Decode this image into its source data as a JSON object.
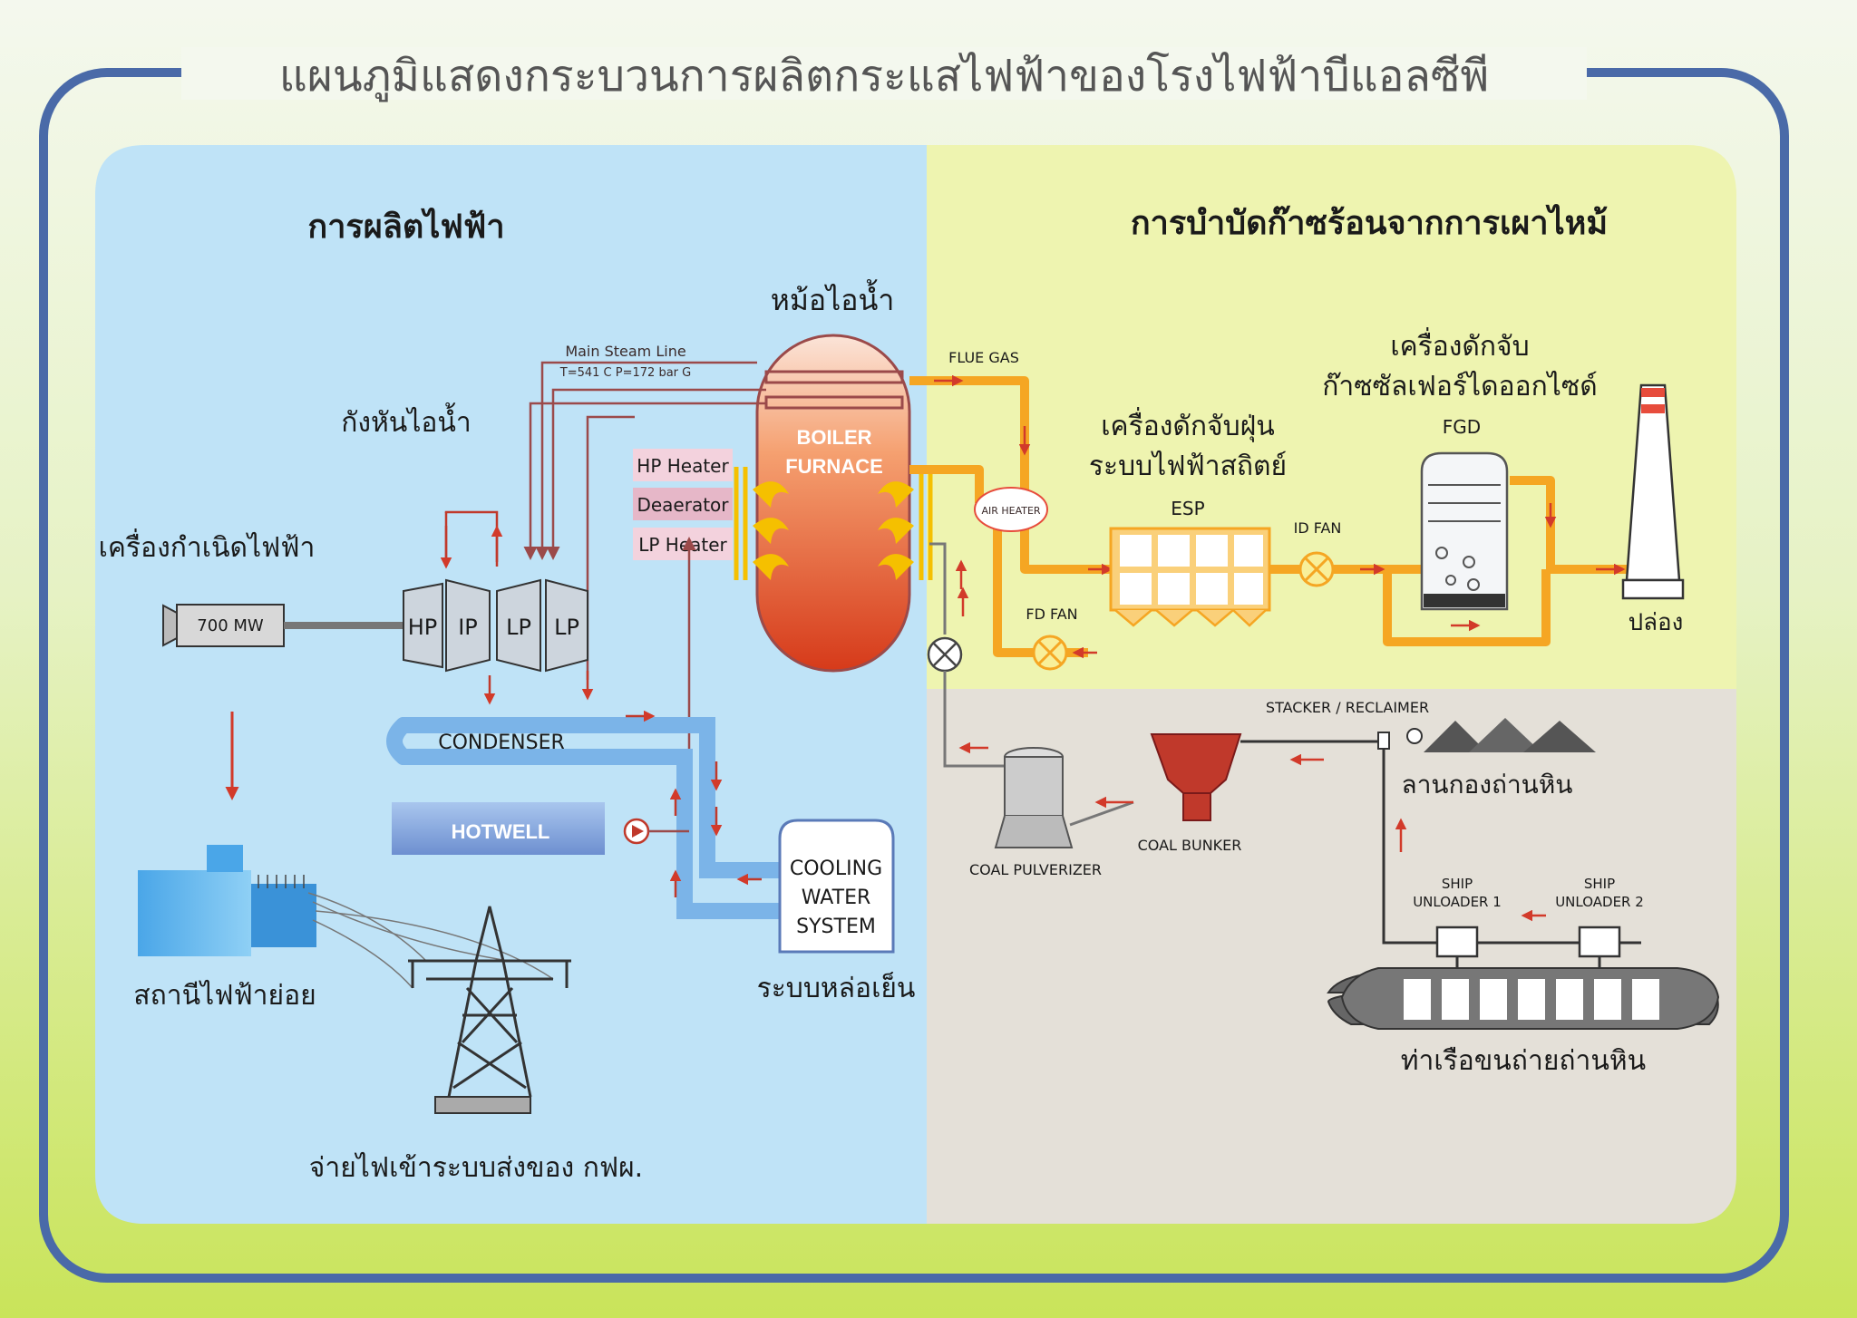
{
  "title": "แผนภูมิแสดงกระบวนการผลิตกระแสไฟฟ้าของโรงไฟฟ้าบีแอลซีพี",
  "left_section": {
    "heading": "การผลิตไฟฟ้า",
    "turbine_label": "กังหันไอน้ำ",
    "generator_label": "เครื่องกำเนิดไฟฟ้า",
    "generator_rating": "700 MW",
    "turbine_stages": [
      "HP",
      "IP",
      "LP",
      "LP"
    ],
    "condenser": "CONDENSER",
    "hotwell": "HOTWELL",
    "substation": "สถานีไฟฟ้าย่อย",
    "grid": "จ่ายไฟเข้าระบบส่งของ กฟผ.",
    "cooling_lines": [
      "COOLING",
      "WATER",
      "SYSTEM"
    ],
    "cooling_label": "ระบบหล่อเย็น"
  },
  "boiler": {
    "label": "หม้อไอน้ำ",
    "main_steam_line": "Main Steam Line",
    "steam_conditions": "T=541 C  P=172  bar G",
    "furnace_lines": [
      "BOILER",
      "FURNACE"
    ],
    "heaters": [
      "HP Heater",
      "Deaerator",
      "LP Heater"
    ]
  },
  "right_section": {
    "heading": "การบำบัดก๊าซร้อนจากการเผาไหม้",
    "flue_gas": "FLUE GAS",
    "air_heater": "AIR HEATER",
    "fd_fan": "FD FAN",
    "esp_lines": [
      "เครื่องดักจับฝุ่น",
      "ระบบไฟฟ้าสถิตย์"
    ],
    "esp": "ESP",
    "id_fan": "ID FAN",
    "fgd_lines": [
      "เครื่องดักจับ",
      "ก๊าซซัลเฟอร์ไดออกไซด์"
    ],
    "fgd": "FGD",
    "stack": "ปล่อง"
  },
  "coal_section": {
    "stacker": "STACKER / RECLAIMER",
    "yard": "ลานกองถ่านหิน",
    "bunker": "COAL BUNKER",
    "pulverizer": "COAL PULVERIZER",
    "ship_unloader_1": [
      "SHIP",
      "UNLOADER 1"
    ],
    "ship_unloader_2": [
      "SHIP",
      "UNLOADER 2"
    ],
    "jetty": "ท่าเรือขนถ่ายถ่านหิน"
  },
  "colors": {
    "frame": "#4a6aa8",
    "left_panel": "#bfe3f7",
    "right_panel": "#eef4b0",
    "coal_panel": "#e4e0d8",
    "gas_pipe": "#f5a623",
    "steam_pipe": "#9b4a4a",
    "water_pipe": "#7bb4e8",
    "arrow": "#d23a2a"
  }
}
